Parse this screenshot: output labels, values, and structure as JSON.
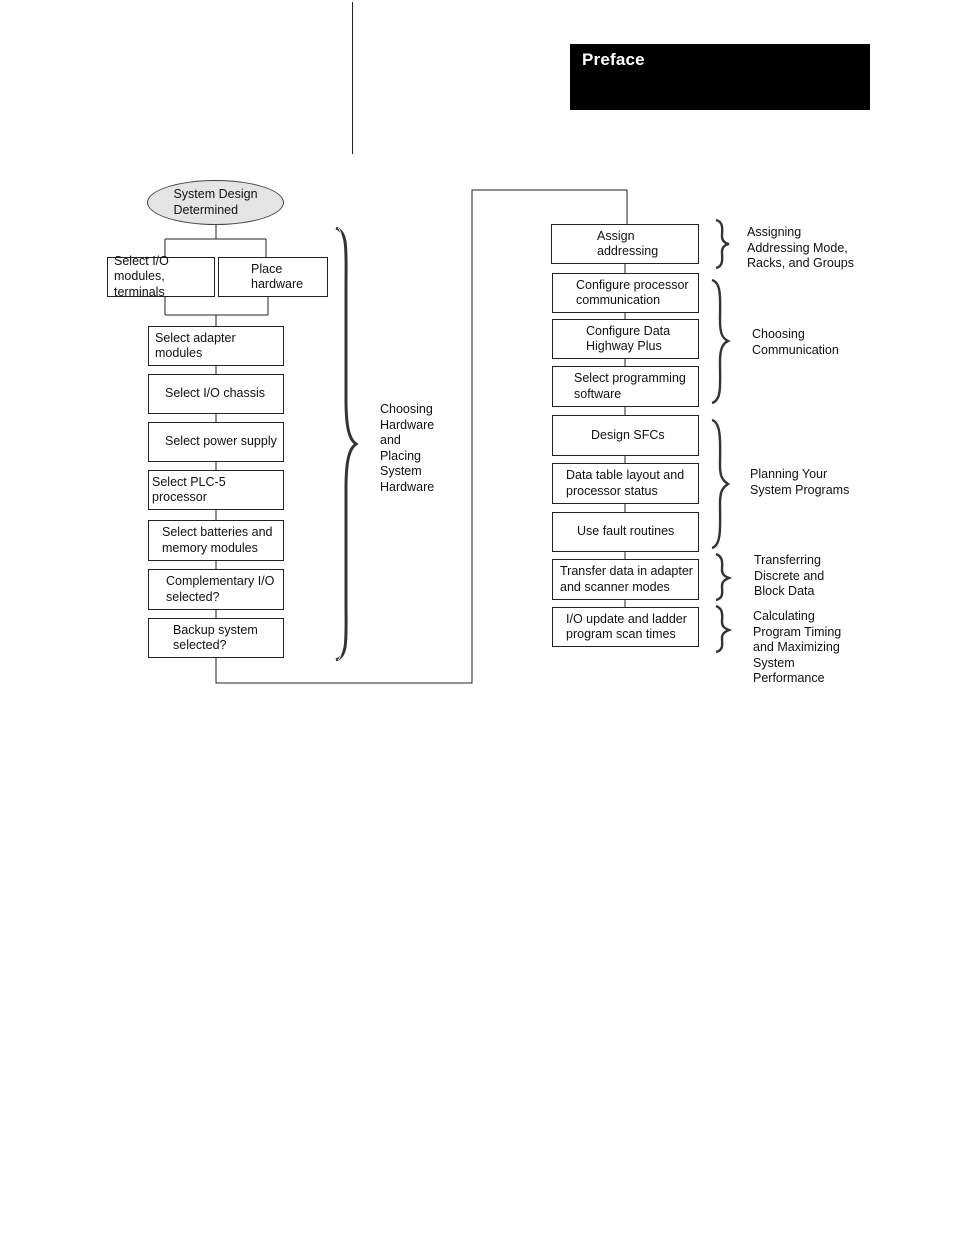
{
  "header": {
    "title": "Preface"
  },
  "flow": {
    "start": "System Design\nDetermined",
    "select_io": "Select I/O\nmodules, terminals",
    "place_hardware": "Place\nhardware",
    "select_adapter": "Select adapter modules",
    "select_io_chassis": "Select I/O chassis",
    "select_power_supply": "Select power supply",
    "select_processor": "Select PLC-5 processor",
    "select_batteries": "Select batteries and\nmemory modules",
    "complementary_io": "Complementary I/O\nselected?",
    "backup_system": "Backup system\nselected?",
    "assign_addressing": "Assign\naddressing",
    "configure_processor_comm": "Configure processor\ncommunication",
    "configure_dh_plus": "Configure Data\nHighway Plus",
    "select_programming_software": "Select programming\nsoftware",
    "design_sfcs": "Design SFCs",
    "data_table_layout": "Data table layout and\nprocessor status",
    "use_fault_routines": "Use fault routines",
    "transfer_data": "Transfer data in adapter\nand scanner modes",
    "io_update": "I/O update and ladder\nprogram scan times"
  },
  "groups": {
    "hardware": "Choosing\nHardware\nand\nPlacing\nSystem\nHardware",
    "addressing": "Assigning\nAddressing Mode,\nRacks, and Groups",
    "communication": "Choosing\nCommunication",
    "programs": "Planning Your\nSystem Programs",
    "transferring": "Transferring\nDiscrete and\nBlock Data",
    "timing": "Calculating\nProgram Timing\nand Maximizing\nSystem\nPerformance"
  },
  "colors": {
    "header_bg": "#000000",
    "header_text": "#ffffff",
    "ellipse_fill": "#e4e4e4",
    "line": "#222222"
  }
}
